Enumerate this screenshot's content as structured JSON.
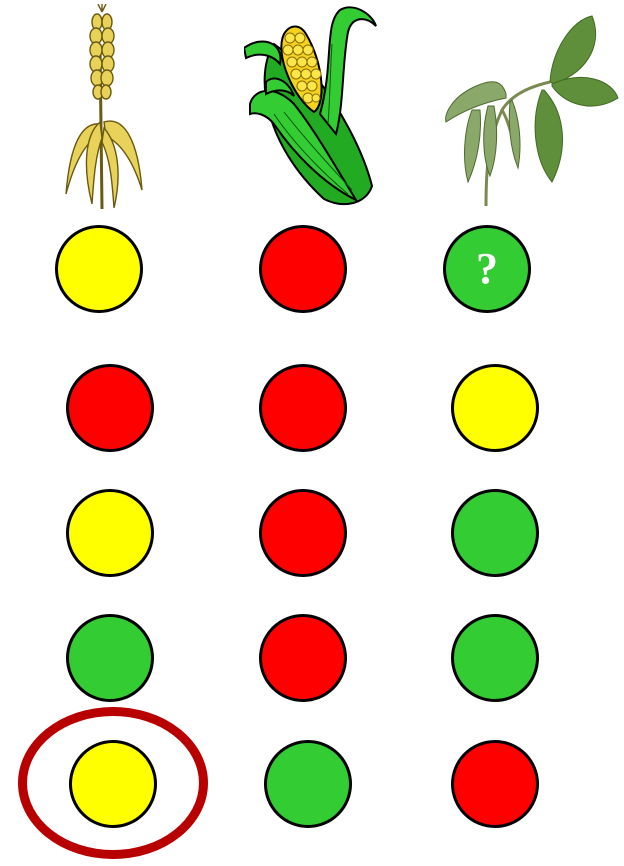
{
  "palette": {
    "yellow": "#ffff00",
    "red": "#ff0000",
    "green": "#33cc33",
    "outline": "#000000",
    "highlight": "#b80000"
  },
  "crops": [
    {
      "name": "wheat",
      "icon": "wheat-plant-icon"
    },
    {
      "name": "corn",
      "icon": "corn-cob-icon"
    },
    {
      "name": "soybean",
      "icon": "soybean-plant-icon"
    }
  ],
  "grid": [
    [
      {
        "color": "yellow",
        "mark": ""
      },
      {
        "color": "red",
        "mark": ""
      },
      {
        "color": "green",
        "mark": "?"
      }
    ],
    [
      {
        "color": "red",
        "mark": ""
      },
      {
        "color": "red",
        "mark": ""
      },
      {
        "color": "yellow",
        "mark": ""
      }
    ],
    [
      {
        "color": "yellow",
        "mark": ""
      },
      {
        "color": "red",
        "mark": ""
      },
      {
        "color": "green",
        "mark": ""
      }
    ],
    [
      {
        "color": "green",
        "mark": ""
      },
      {
        "color": "red",
        "mark": ""
      },
      {
        "color": "green",
        "mark": ""
      }
    ],
    [
      {
        "color": "yellow",
        "mark": ""
      },
      {
        "color": "green",
        "mark": ""
      },
      {
        "color": "red",
        "mark": ""
      }
    ]
  ],
  "highlighted_cell": {
    "row": 4,
    "col": 0
  }
}
